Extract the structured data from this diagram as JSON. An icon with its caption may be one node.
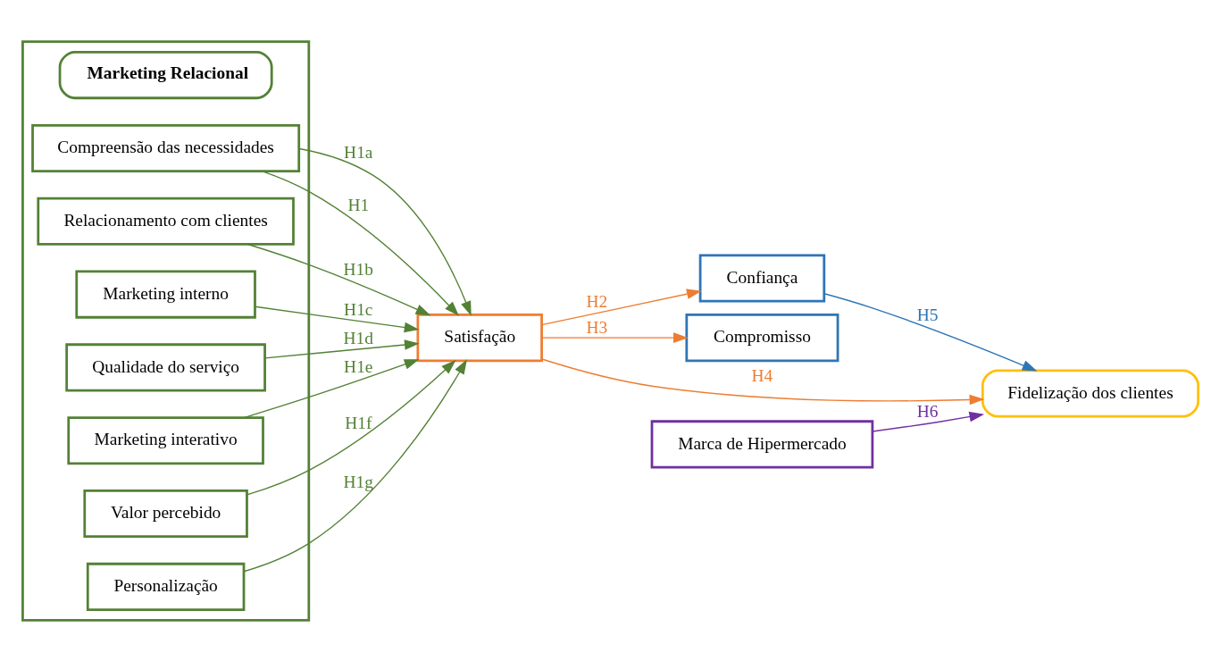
{
  "diagram": {
    "nodes": [
      {
        "text": [],
        "shape": "box"
      },
      {
        "text": [
          "Marketing Relacional"
        ],
        "in": 0
      },
      {
        "text": [
          "Compreensão das necessidades"
        ],
        "in": 0
      },
      {
        "text": [
          "Relacionamento com clientes"
        ],
        "in": 0
      },
      {
        "text": [
          "Marketing interno"
        ],
        "in": 0
      },
      {
        "text": [
          "Qualidade do serviço"
        ],
        "in": 0
      },
      {
        "text": [
          "Marketing interativo"
        ],
        "in": 0
      },
      {
        "text": [
          "Valor percebido"
        ],
        "in": 0
      },
      {
        "text": [
          "Personalização"
        ],
        "in": 0
      },
      {
        "text": [
          "Confiança"
        ]
      },
      {
        "text": [
          "Satisfação"
        ]
      },
      {
        "text": [
          "Compromisso"
        ]
      },
      {
        "text": [
          "Marca de Hipermercado"
        ]
      },
      {
        "text": [
          "Fidelização dos clientes"
        ]
      }
    ],
    "edges": [
      {
        "from": 2,
        "to": 10,
        "arrow": "to",
        "label": "H1a"
      },
      {
        "from": 2,
        "to": 10,
        "arrow": "to",
        "label": "H1"
      },
      {
        "from": 3,
        "to": 10,
        "arrow": "to",
        "label": "H1b"
      },
      {
        "from": 4,
        "to": 10,
        "arrow": "to",
        "label": "H1c"
      },
      {
        "from": 5,
        "to": 10,
        "arrow": "to",
        "label": "H1d"
      },
      {
        "from": 6,
        "to": 10,
        "arrow": "to",
        "label": "H1e"
      },
      {
        "from": 7,
        "to": 10,
        "arrow": "to",
        "label": "H1f"
      },
      {
        "from": 8,
        "to": 10,
        "arrow": "to",
        "label": "H1g"
      },
      {
        "from": 10,
        "to": 9,
        "arrow": "to",
        "label": "H2",
        "color": "#ed7d31"
      },
      {
        "from": 10,
        "to": 11,
        "arrow": "to",
        "label": "H3",
        "color": "#ed7d31"
      },
      {
        "from": 10,
        "to": 13,
        "arrow": "to",
        "label": "H4",
        "color": "#ed7d31"
      },
      {
        "from": 9,
        "to": 13,
        "arrow": "to",
        "label": "H5",
        "color": "#2e75b6"
      },
      {
        "from": 12,
        "to": 13,
        "arrow": "to",
        "label": "H6",
        "color": "#7030a0"
      }
    ]
  }
}
